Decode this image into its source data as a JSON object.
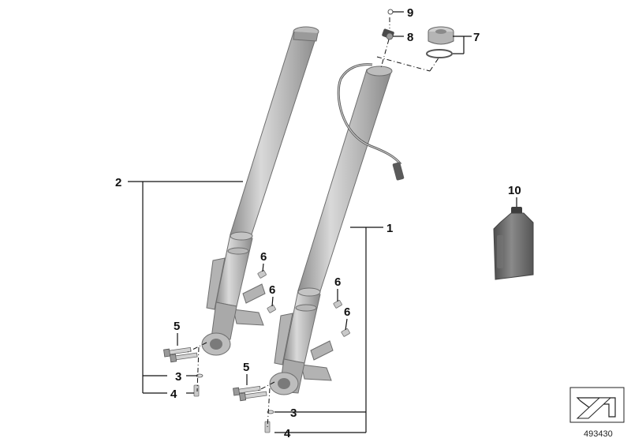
{
  "diagram": {
    "ref_number": "493430",
    "colors": {
      "tube": "#a8a8a8",
      "tube_light": "#d8d8d8",
      "oil": "#6b6b6b",
      "line": "#111111"
    },
    "labels": {
      "l1": "1",
      "l2": "2",
      "l3a": "3",
      "l3b": "3",
      "l4a": "4",
      "l4b": "4",
      "l5a": "5",
      "l5b": "5",
      "l6a": "6",
      "l6b": "6",
      "l6c": "6",
      "l6d": "6",
      "l7": "7",
      "l8": "8",
      "l9": "9",
      "l10": "10"
    },
    "icons": {
      "corner": "arrow-corner-icon",
      "oil": "oil-bottle-icon"
    }
  }
}
